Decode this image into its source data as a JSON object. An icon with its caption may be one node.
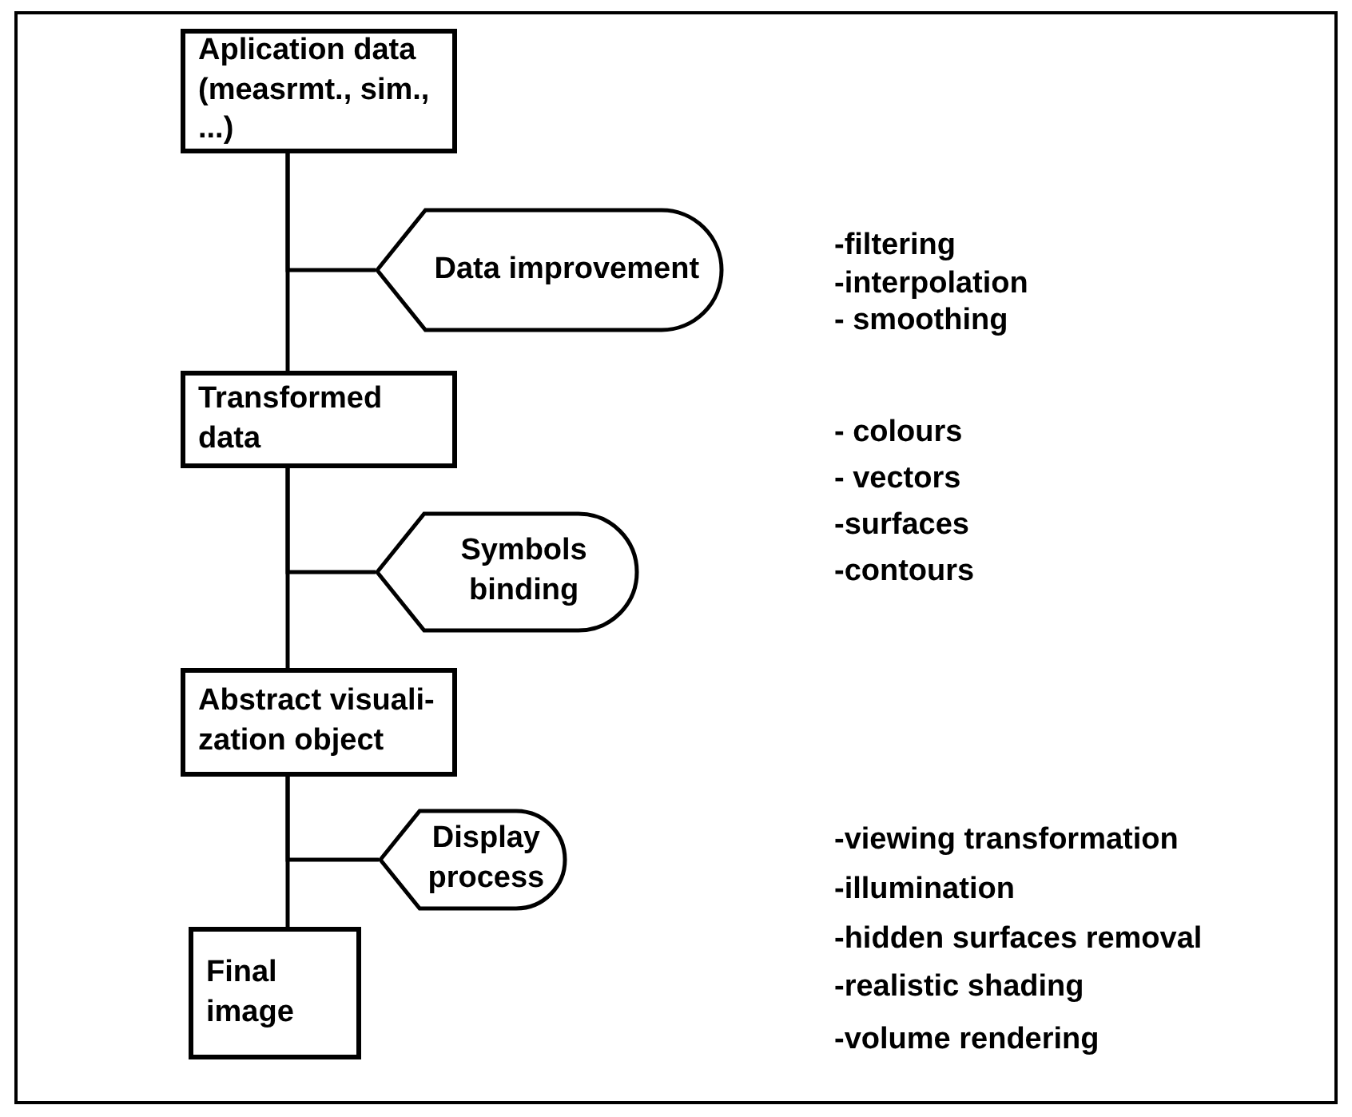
{
  "diagram": {
    "nodes": [
      {
        "text": [
          "Aplication data (measrmt., sim., ...)"
        ]
      },
      {
        "text": [
          "Data improvement"
        ]
      },
      {
        "text": [
          "Transformed data"
        ]
      },
      {
        "text": [
          "Symbols binding"
        ]
      },
      {
        "text": [
          "Abstract visuali- zation object"
        ]
      },
      {
        "text": [
          "Display process"
        ]
      },
      {
        "text": [
          "Final image"
        ]
      }
    ],
    "edges": [
      {
        "from": 0,
        "to": 1,
        "arrow": "none"
      },
      {
        "from": 0,
        "to": 2,
        "arrow": "none"
      },
      {
        "from": 2,
        "to": 3,
        "arrow": "none"
      },
      {
        "from": 2,
        "to": 4,
        "arrow": "none"
      },
      {
        "from": 4,
        "to": 5,
        "arrow": "none"
      },
      {
        "from": 4,
        "to": 6,
        "arrow": "none"
      }
    ],
    "labels": [
      "-filtering",
      "-interpolation",
      "- smoothing",
      "- colours",
      "- vectors",
      "-surfaces",
      "-contours",
      "-viewing transformation",
      "-illumination",
      "-hidden surfaces removal",
      "-realistic shading",
      "-volume rendering"
    ]
  }
}
